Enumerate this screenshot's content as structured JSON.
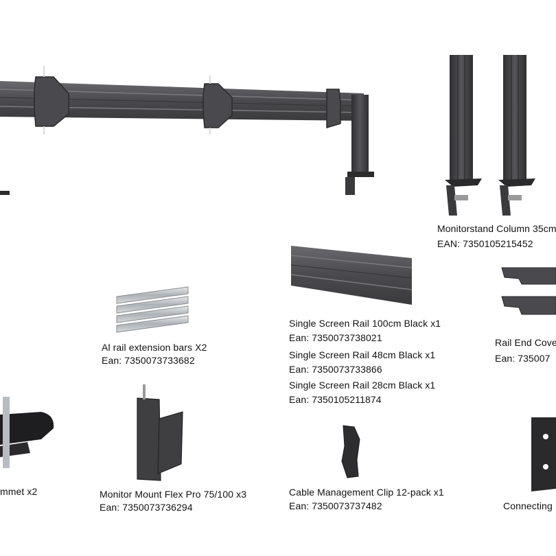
{
  "products": {
    "column": {
      "name": "Monitorstand Column 35cm",
      "ean": "EAN: 7350105215452"
    },
    "rail_extension": {
      "name": "Al rail extension bars X2",
      "ean": "Ean: 7350073733682"
    },
    "rail_100": {
      "name": "Single Screen Rail 100cm Black x1",
      "ean": "Ean: 7350073738021"
    },
    "rail_48": {
      "name": "Single Screen Rail 48cm Black x1",
      "ean": "Ean: 7350073733866"
    },
    "rail_28": {
      "name": "Single Screen Rail 28cm Black x1",
      "ean": "Ean: 7350105211874"
    },
    "rail_end_cover": {
      "name": "Rail End Cove",
      "ean": "Ean: 735007"
    },
    "grommet": {
      "name": "mmet x2"
    },
    "monitor_mount": {
      "name": "Monitor Mount Flex Pro 75/100 x3",
      "ean": "Ean: 7350073736294"
    },
    "cable_clip": {
      "name": "Cable Management Clip 12-pack x1",
      "ean": "Ean: 7350073737482"
    },
    "connecting": {
      "name": "Connecting"
    }
  },
  "colors": {
    "metal_dark": "#3a3a3c",
    "metal_mid": "#5a5a5e",
    "aluminium": "#c8cbcf",
    "text": "#111111"
  }
}
